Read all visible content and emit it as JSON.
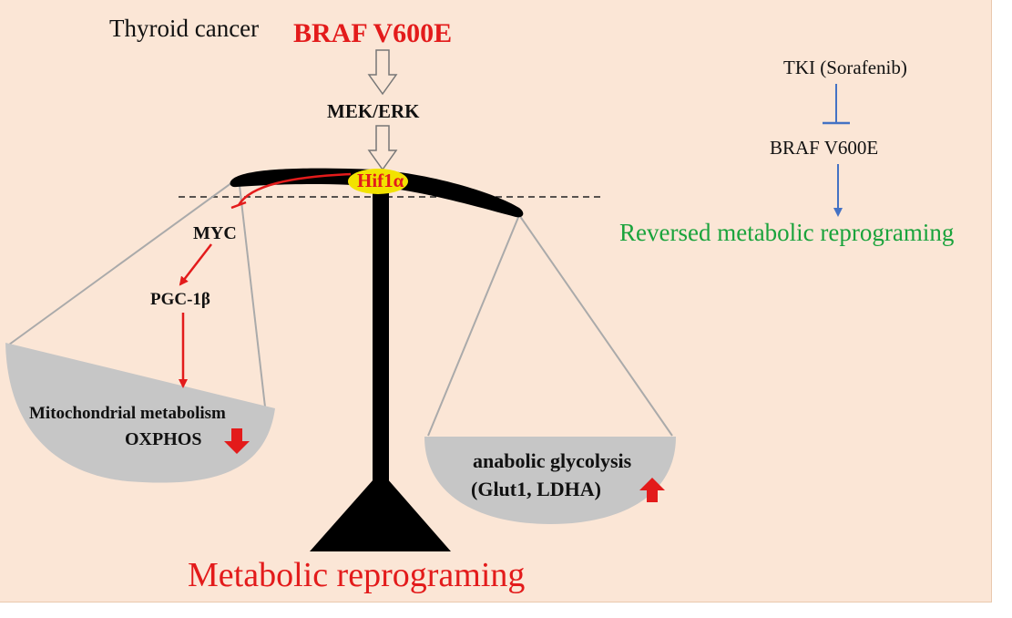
{
  "colors": {
    "background": "#fbe6d6",
    "red": "#e31b1b",
    "green": "#1aa33c",
    "blue": "#4472c4",
    "pan_gray": "#c6c6c6",
    "beam": "#000000",
    "hif_highlight": "#f2e200"
  },
  "labels": {
    "thyroid_cancer": "Thyroid cancer",
    "braf_v600e": "BRAF V600E",
    "mek_erk": "MEK/ERK",
    "hif1a": "Hif1α",
    "myc": "MYC",
    "pgc1b": "PGC-1β",
    "mito_metabolism": "Mitochondrial metabolism",
    "oxphos": "OXPHOS",
    "anabolic_glycolysis": "anabolic glycolysis",
    "glut_ldha": "(Glut1, LDHA)",
    "metabolic_reprograming": "Metabolic reprograming",
    "tki": "TKI (Sorafenib)",
    "braf_right": "BRAF V600E",
    "reversed": "Reversed metabolic reprograming"
  },
  "icons": {
    "down_arrow": "red-down-arrow-icon",
    "up_arrow": "red-up-arrow-icon"
  }
}
